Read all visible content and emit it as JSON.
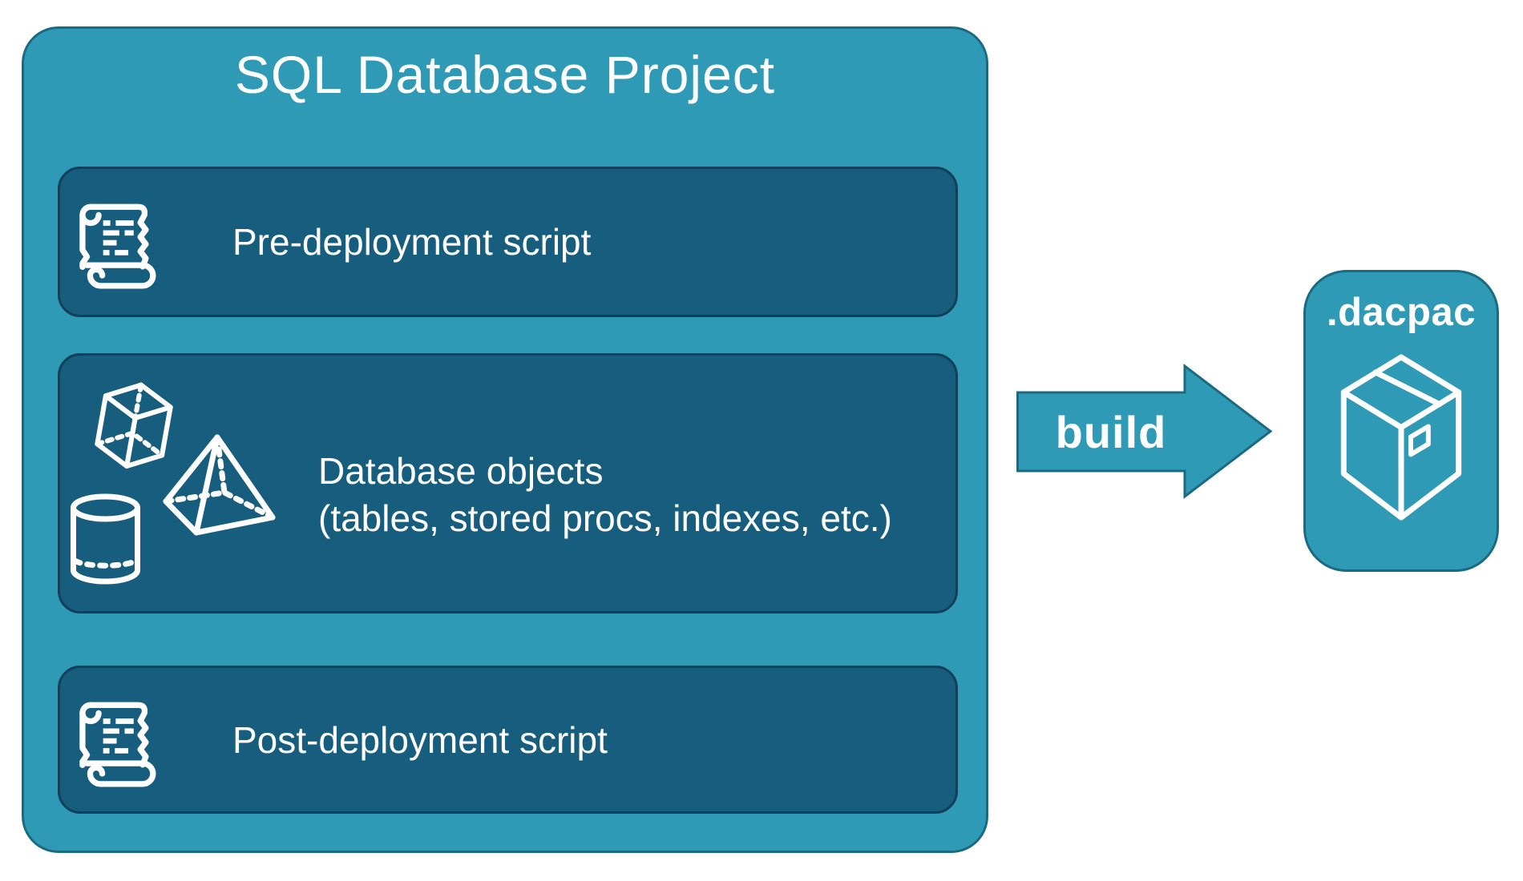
{
  "diagram": {
    "project": {
      "title": "SQL Database Project",
      "items": [
        {
          "label": "Pre-deployment script",
          "icon": "scroll-icon"
        },
        {
          "label": "Database objects",
          "sublabel": "(tables, stored procs, indexes, etc.)",
          "icon": "geometric-shapes (cube, pyramid, cylinder)"
        },
        {
          "label": "Post-deployment script",
          "icon": "scroll-icon"
        }
      ]
    },
    "arrow": {
      "label": "build",
      "direction": "right"
    },
    "output": {
      "label": ".dacpac",
      "icon": "package-icon"
    },
    "colors": {
      "teal": "#2F9AB5",
      "teal_border": "#1A6B82",
      "panel": "#175E7E",
      "panel_border": "#123F5A",
      "text": "#FFFFFF",
      "background": "#FFFFFF"
    }
  }
}
